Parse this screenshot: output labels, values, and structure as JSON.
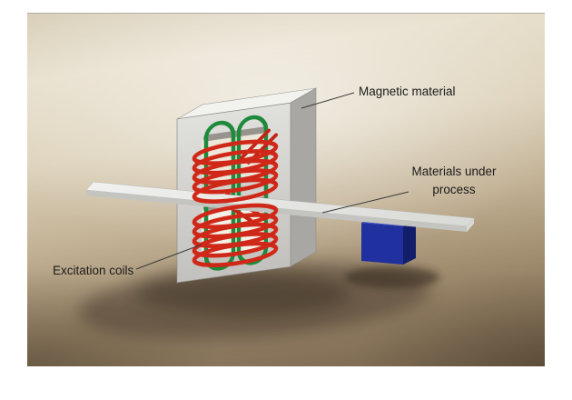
{
  "labels": {
    "magnetic_material": "Magnetic material",
    "materials_under_line1": "Materials under",
    "materials_under_line2": "process",
    "excitation_coils": "Excitation coils"
  },
  "colors": {
    "excitation_coil_red": "#d02818",
    "winding_green": "#1e8a3c",
    "core_gray": "#d6d6d4",
    "workpiece_strip_gray": "#e8e8e6",
    "end_block_blue": "#20309f",
    "background_light": "#e7dfcc",
    "background_dark": "#75634c",
    "label_text": "#1b1b1b"
  }
}
